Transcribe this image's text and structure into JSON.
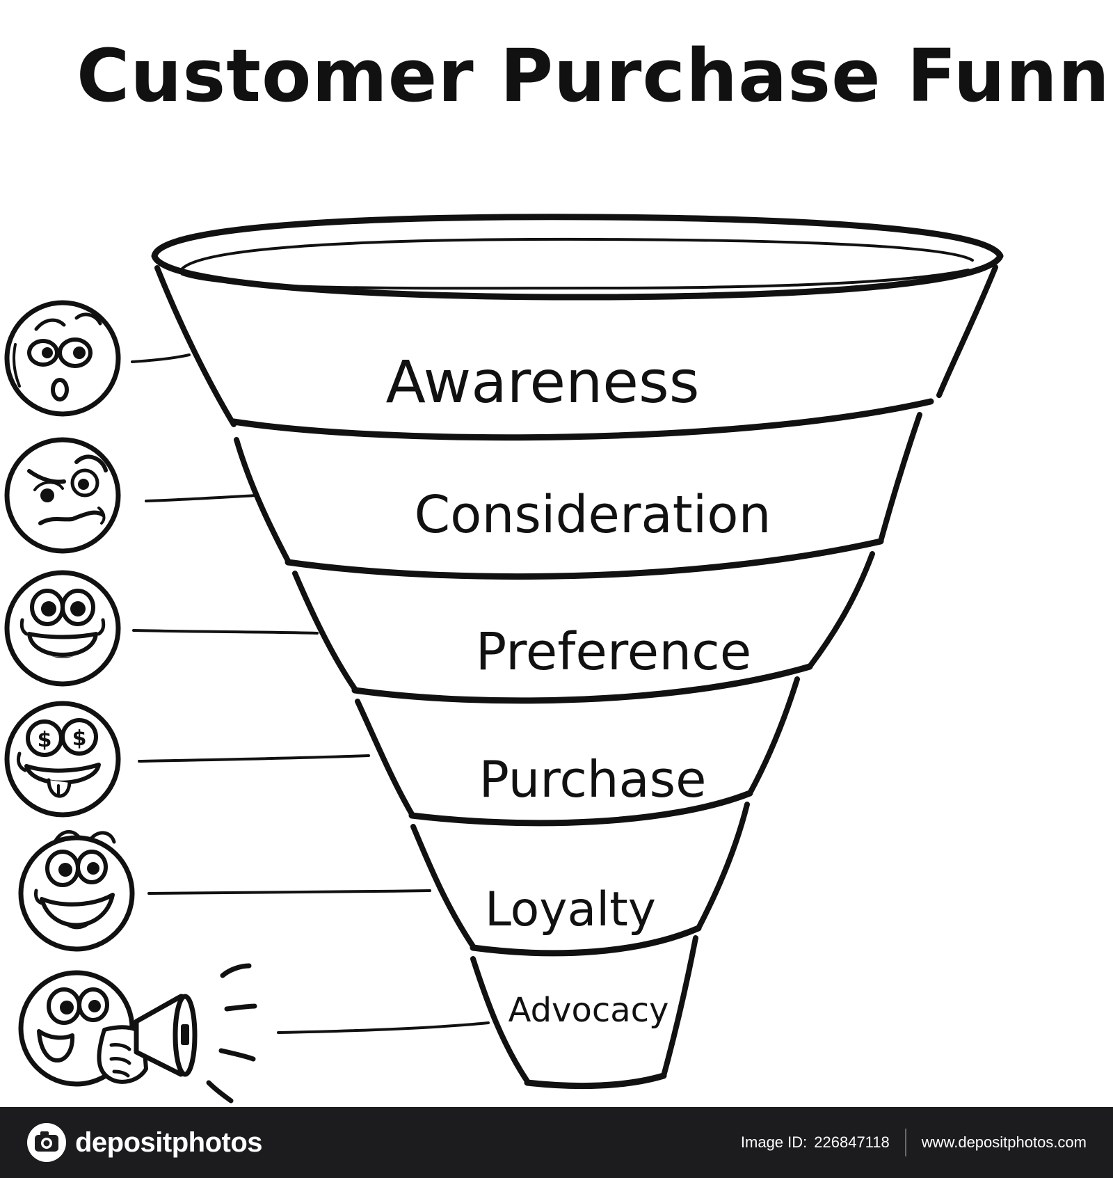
{
  "title": "Customer Purchase Funnel",
  "stages": [
    {
      "label": "Awareness",
      "emoji": "surprised-face-icon"
    },
    {
      "label": "Consideration",
      "emoji": "skeptical-face-icon"
    },
    {
      "label": "Preference",
      "emoji": "happy-face-icon"
    },
    {
      "label": "Purchase",
      "emoji": "money-eyes-face-icon"
    },
    {
      "label": "Loyalty",
      "emoji": "smiling-face-icon"
    },
    {
      "label": "Advocacy",
      "emoji": "megaphone-face-icon"
    }
  ],
  "footer": {
    "brand": "depositphotos",
    "image_id_label": "Image ID:",
    "image_id": "226847118",
    "website": "www.depositphotos.com"
  },
  "colors": {
    "ink": "#111111",
    "background": "#ffffff",
    "footer_background": "#1c1c1e",
    "footer_text": "#ffffff"
  }
}
